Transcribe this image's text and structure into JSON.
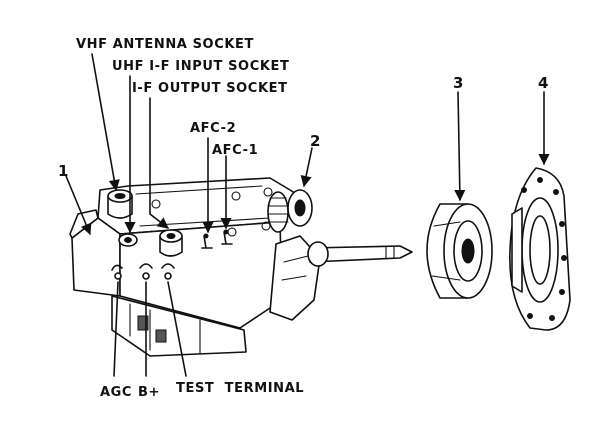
{
  "labels": {
    "vhf_antenna_socket": "VHF ANTENNA SOCKET",
    "uhf_if_input_socket": "UHF I-F INPUT SOCKET",
    "if_output_socket": "I-F OUTPUT SOCKET",
    "afc_2": "AFC-2",
    "afc_1": "AFC-1",
    "agc": "AGC",
    "b_plus": "B+",
    "test_terminal": "TEST  TERMINAL"
  },
  "callouts": {
    "part_1": "1",
    "part_2": "2",
    "part_3": "3",
    "part_4": "4"
  },
  "colors": {
    "ink": "#111111",
    "paper": "#ffffff"
  }
}
